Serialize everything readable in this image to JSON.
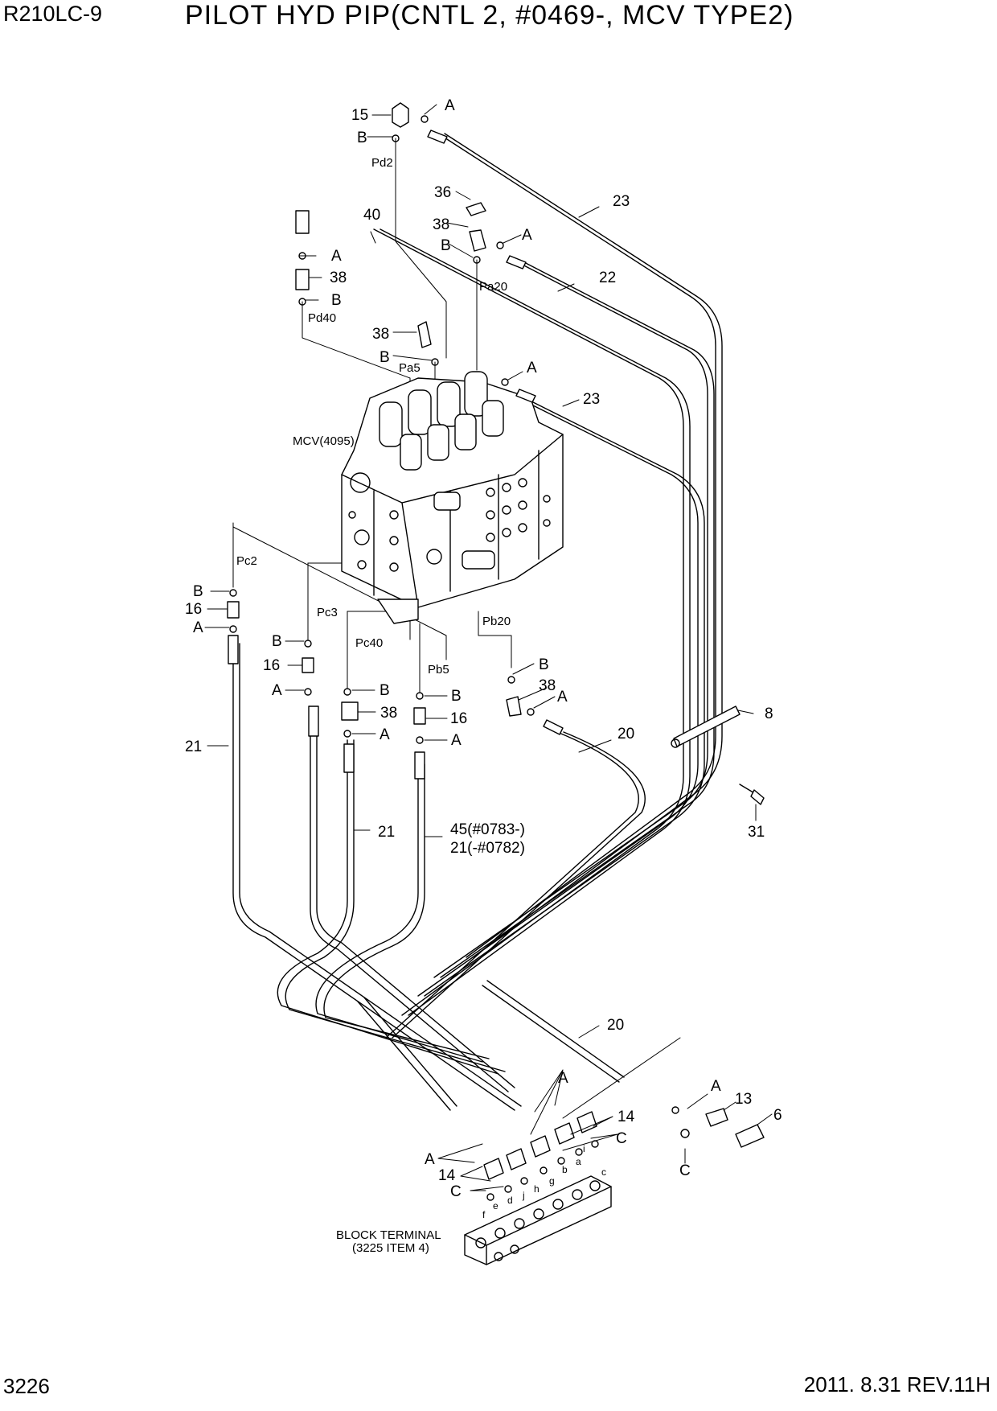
{
  "header": {
    "model": "R210LC-9",
    "title": "PILOT HYD PIP(CNTL 2, #0469-, MCV TYPE2)"
  },
  "footer": {
    "page": "3226",
    "revision": "2011. 8.31  REV.11H"
  },
  "diagram": {
    "mcv_label": "MCV(4095)",
    "block_terminal": [
      "BLOCK TERMINAL",
      "(3225 ITEM 4)"
    ],
    "ports": [
      "Pd2",
      "Pa20",
      "Pd40",
      "Pa5",
      "Pc2",
      "Pc3",
      "Pc40",
      "Pb5",
      "Pb20"
    ],
    "seal_letters": [
      "A",
      "B",
      "C"
    ],
    "terminal_ports": [
      "a",
      "b",
      "c",
      "d",
      "e",
      "f",
      "g",
      "h",
      "i",
      "j"
    ],
    "part_numbers": [
      "6",
      "8",
      "13",
      "14",
      "15",
      "16",
      "20",
      "21",
      "22",
      "23",
      "31",
      "36",
      "38",
      "40"
    ],
    "note_45": "45(#0783-)",
    "note_21": "21(-#0782)"
  }
}
